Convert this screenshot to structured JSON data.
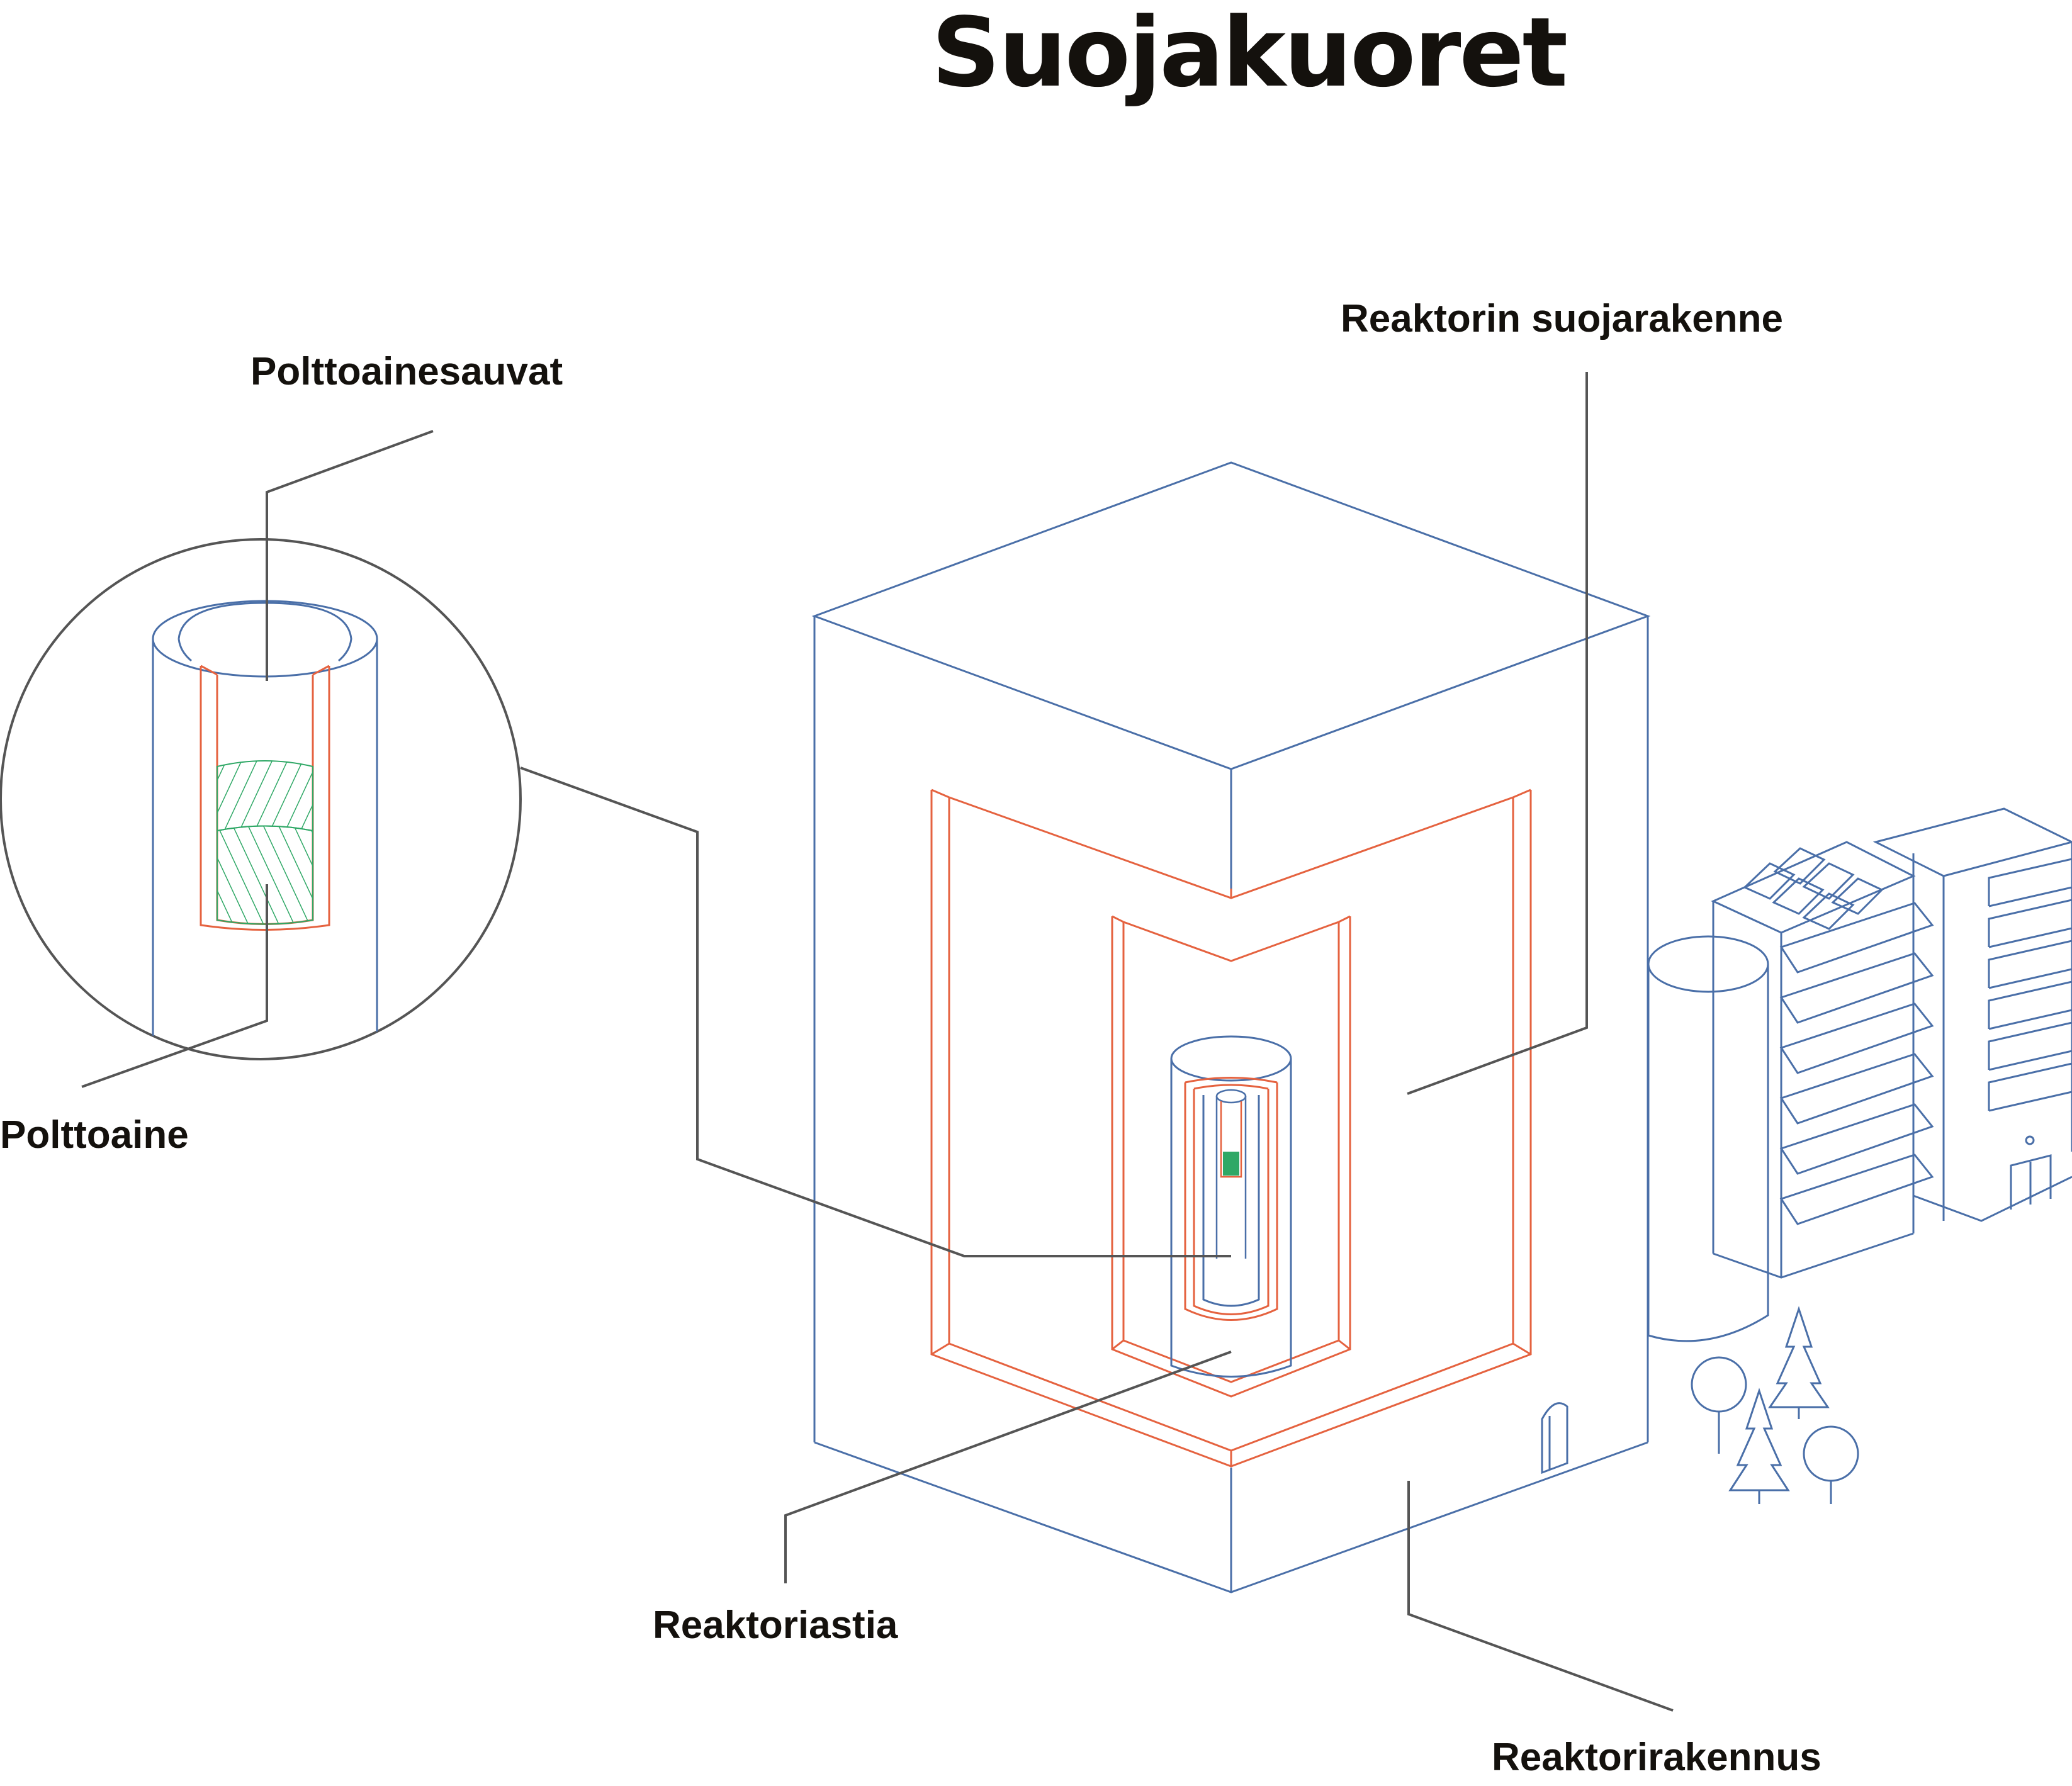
{
  "title": "Suojakuoret",
  "labels": {
    "fuel_rods": "Polttoainesauvat",
    "fuel": "Polttoaine",
    "reactor_containment": "Reaktorin suojarakenne",
    "reactor_vessel": "Reaktoriastia",
    "reactor_building": "Reaktorirakennus"
  },
  "colors": {
    "background": "#ffffff",
    "text": "#14110d",
    "blue_outline": "#4a6fa8",
    "orange_outline": "#e5623f",
    "green_fuel": "#2fa866",
    "leader_lines": "#555555"
  }
}
